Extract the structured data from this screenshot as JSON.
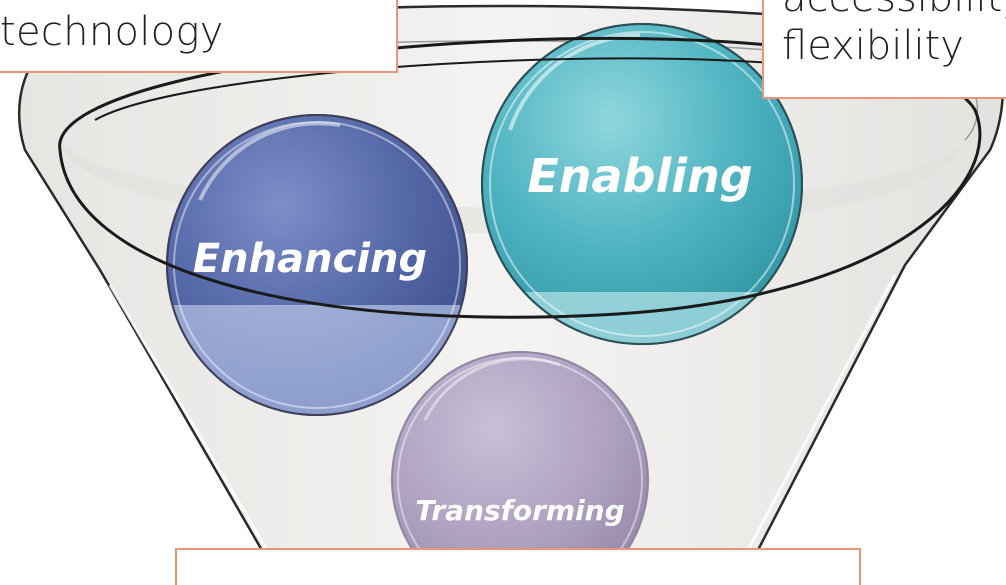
{
  "callouts": {
    "top_left": "technology",
    "top_right_line1": "accessibility",
    "top_right_line2": "flexibility",
    "bottom": ""
  },
  "circles": {
    "enhancing": "Enhancing",
    "enabling": "Enabling",
    "transforming": "Transforming"
  },
  "colors": {
    "enhancing": "#5566a6",
    "enabling": "#4fb5c2",
    "transforming": "#a79bb8",
    "callout_border": "#e8957a",
    "funnel_fill": "#efeeeb"
  }
}
